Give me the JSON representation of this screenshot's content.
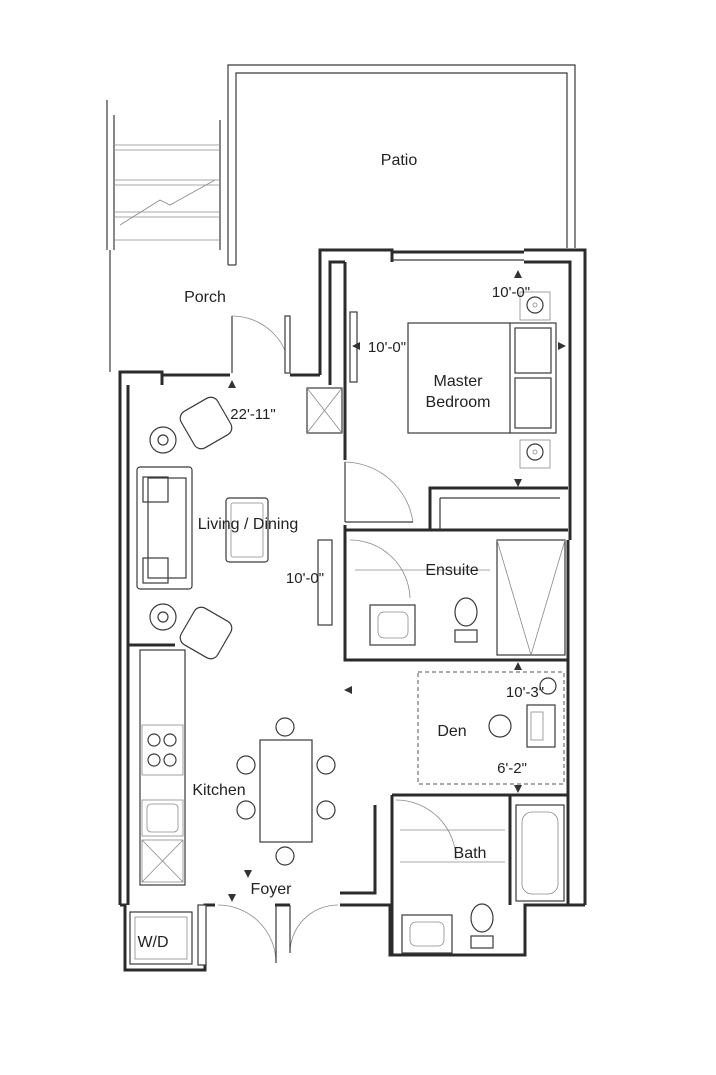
{
  "rooms": {
    "patio": "Patio",
    "porch": "Porch",
    "master_bedroom_line1": "Master",
    "master_bedroom_line2": "Bedroom",
    "living_dining": "Living / Dining",
    "ensuite": "Ensuite",
    "den": "Den",
    "kitchen": "Kitchen",
    "bath": "Bath",
    "foyer": "Foyer",
    "washer_dryer": "W/D"
  },
  "dimensions": {
    "master_width": "10'-0\"",
    "master_depth": "10'-0\"",
    "living_length": "22'-11\"",
    "living_width": "10'-0\"",
    "den_length": "10'-3\"",
    "den_width": "6'-2\""
  }
}
